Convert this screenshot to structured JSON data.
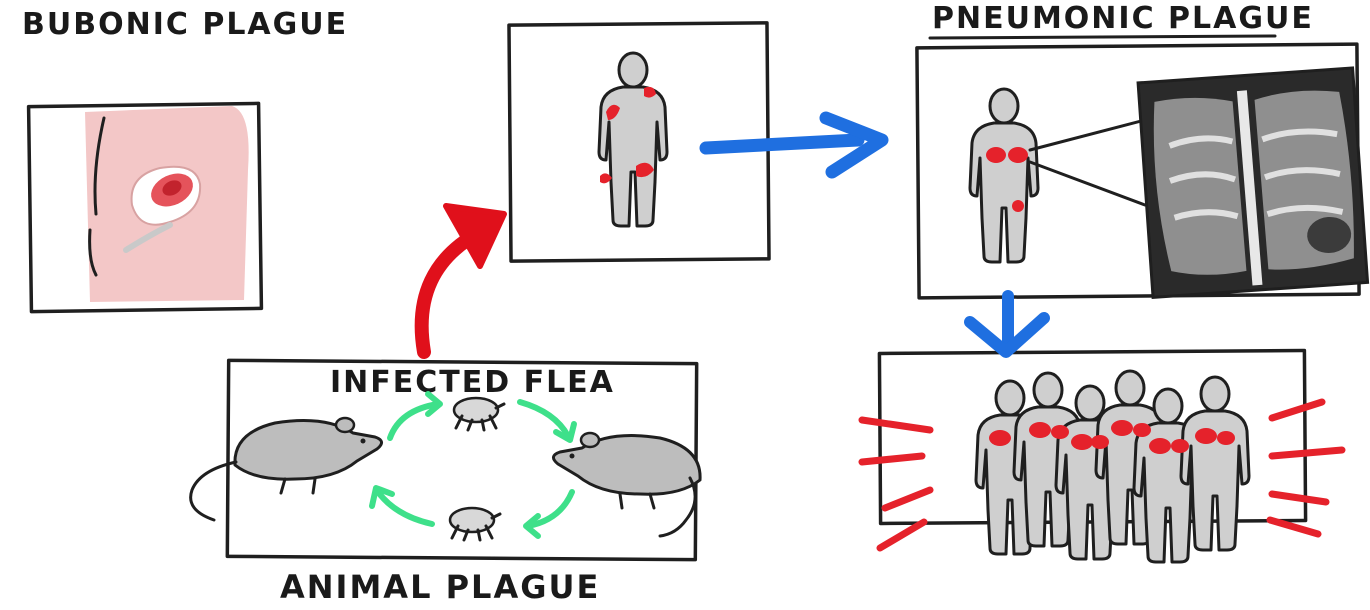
{
  "labels": {
    "bubonic": "BUBONIC PLAGUE",
    "pneumonic": "PNEUMONIC PLAGUE",
    "infected_flea": "INFECTED FLEA",
    "animal": "ANIMAL PLAGUE"
  },
  "colors": {
    "ink": "#1f1f1f",
    "body_gray": "#cfcfcf",
    "infection_red": "#e5222b",
    "arrow_blue": "#1f6fe0",
    "arrow_red": "#e0101b",
    "cycle_green": "#3ee08a",
    "skin_pink": "#f3c7c7"
  }
}
